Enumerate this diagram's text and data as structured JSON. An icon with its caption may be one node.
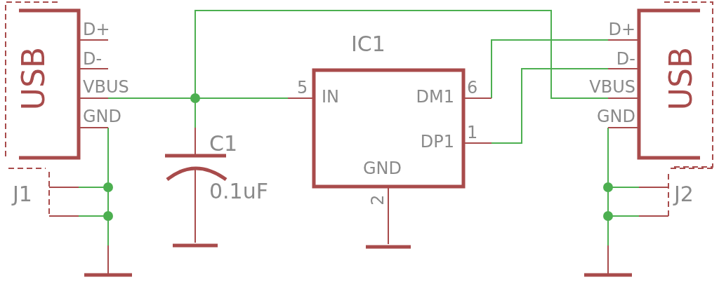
{
  "diagram": {
    "nodes": [
      {
        "text": [
          "USB"
        ]
      },
      {
        "text": [
          "IN",
          "DM1",
          "DP1",
          "GND"
        ],
        "beside": [
          "IC1"
        ]
      },
      {
        "text": [
          "USB"
        ]
      },
      {
        "text": [
          "C1",
          "0.1uF"
        ]
      },
      {
        "text": [
          "J1"
        ]
      },
      {
        "text": [
          "J2"
        ]
      },
      {
        "text": [],
        "shape": "picture"
      },
      {
        "text": [],
        "shape": "picture"
      },
      {
        "text": [],
        "shape": "picture"
      },
      {
        "text": [],
        "shape": "picture"
      }
    ],
    "edges": [
      {
        "from": 0,
        "to": 1,
        "arrow": "none"
      },
      {
        "from": 0,
        "to": 3,
        "arrow": "none"
      },
      {
        "from": 0,
        "to": 2,
        "arrow": "none"
      },
      {
        "from": 1,
        "to": 2,
        "arrow": "none"
      },
      {
        "from": 1,
        "to": 2,
        "arrow": "none"
      },
      {
        "from": 0,
        "to": 4,
        "arrow": "none"
      },
      {
        "from": 0,
        "to": 4,
        "arrow": "none"
      },
      {
        "from": 0,
        "to": 6,
        "arrow": "none"
      },
      {
        "from": 3,
        "to": 7,
        "arrow": "none",
        "color": "#a84b4b"
      },
      {
        "from": 1,
        "to": 8,
        "arrow": "none",
        "color": "#a84b4b"
      },
      {
        "from": 2,
        "to": 5,
        "arrow": "none"
      },
      {
        "from": 2,
        "to": 5,
        "arrow": "none"
      },
      {
        "from": 2,
        "to": 9,
        "arrow": "none"
      }
    ],
    "labels": [
      "D+",
      "D-",
      "VBUS",
      "GND",
      "5",
      "6",
      "1",
      "2",
      "D+",
      "D-",
      "VBUS",
      "GND"
    ]
  }
}
